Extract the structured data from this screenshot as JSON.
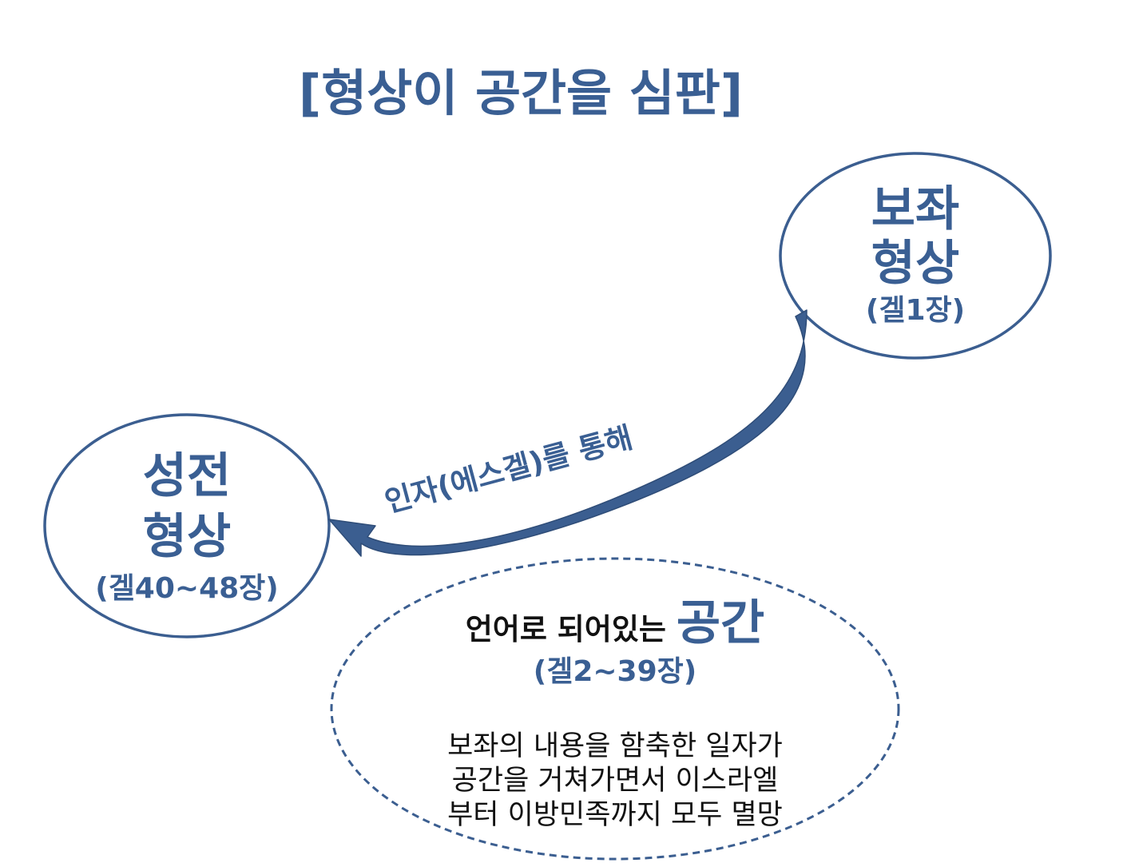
{
  "title": "[형상이 공간을 심판]",
  "colors": {
    "primary": "#3b5e90",
    "text_blue": "#3a5f93",
    "text_black": "#111111"
  },
  "nodes": {
    "throne": {
      "line1": "보좌",
      "line2": "형상",
      "ref": "(겔1장)"
    },
    "temple": {
      "line1": "성전",
      "line2": "형상",
      "ref": "(겔40~48장)"
    },
    "space": {
      "prefix": "언어로 되어있는 ",
      "highlight": "공간",
      "ref": "(겔2~39장)",
      "desc": [
        "보좌의 내용을 함축한 일자가",
        "공간을 거쳐가면서 이스라엘",
        "부터 이방민족까지 모두 멸망"
      ]
    }
  },
  "arrow": {
    "label": "인자(에스겔)를 통해"
  }
}
